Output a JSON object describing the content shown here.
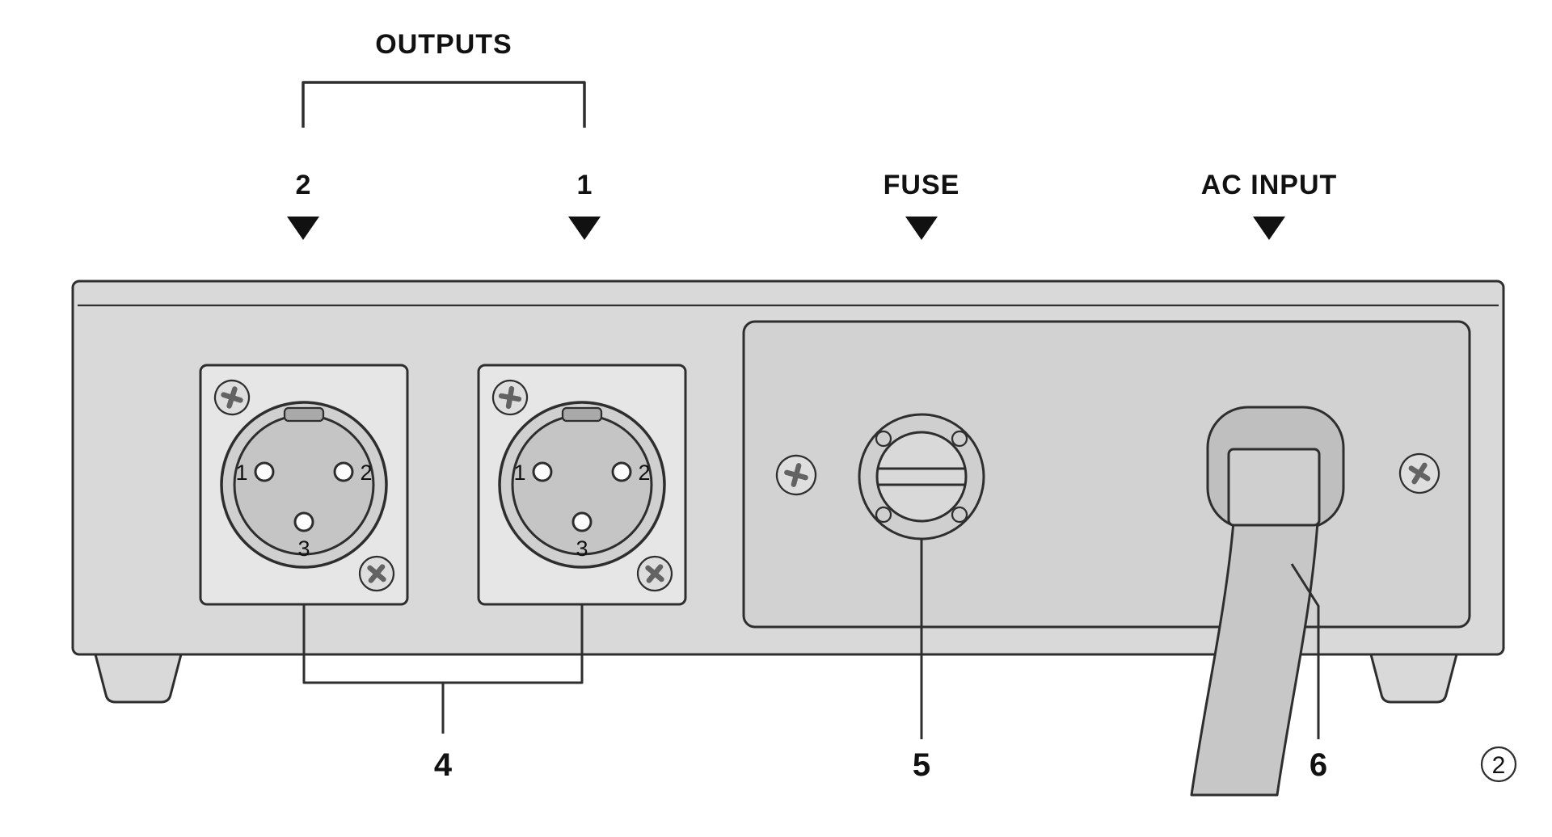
{
  "figure": {
    "page_marker": "2"
  },
  "top_callouts": {
    "outputs_label": "OUTPUTS",
    "output_2": "2",
    "output_1": "1",
    "fuse_label": "FUSE",
    "ac_input_label": "AC INPUT"
  },
  "xlr_pins": {
    "pin1": "1",
    "pin2": "2",
    "pin3": "3"
  },
  "bottom_callouts": {
    "xlr_connectors": "4",
    "fuse_holder": "5",
    "ac_cord": "6"
  },
  "colors": {
    "background": "#ffffff",
    "line": "#2e2e2e",
    "text": "#111111",
    "chassis_fill": "#d9d9d9",
    "recess_fill": "#d2d2d2",
    "plate_fill": "#e6e6e6",
    "connector_ring_fill": "#d0d0d0",
    "connector_face_fill": "#c5c5c5",
    "notch_fill": "#a9a9a9",
    "pin_fill": "#fdfdfd",
    "screw_fill": "#dedede",
    "fuse_ring_fill": "#cfcfcf",
    "fuse_face_fill": "#d9d9d9",
    "inlet_fill": "#bfbfbf",
    "plug_fill": "#cfcfcf",
    "cable_fill": "#c7c7c7",
    "foot_fill": "#d9d9d9"
  }
}
